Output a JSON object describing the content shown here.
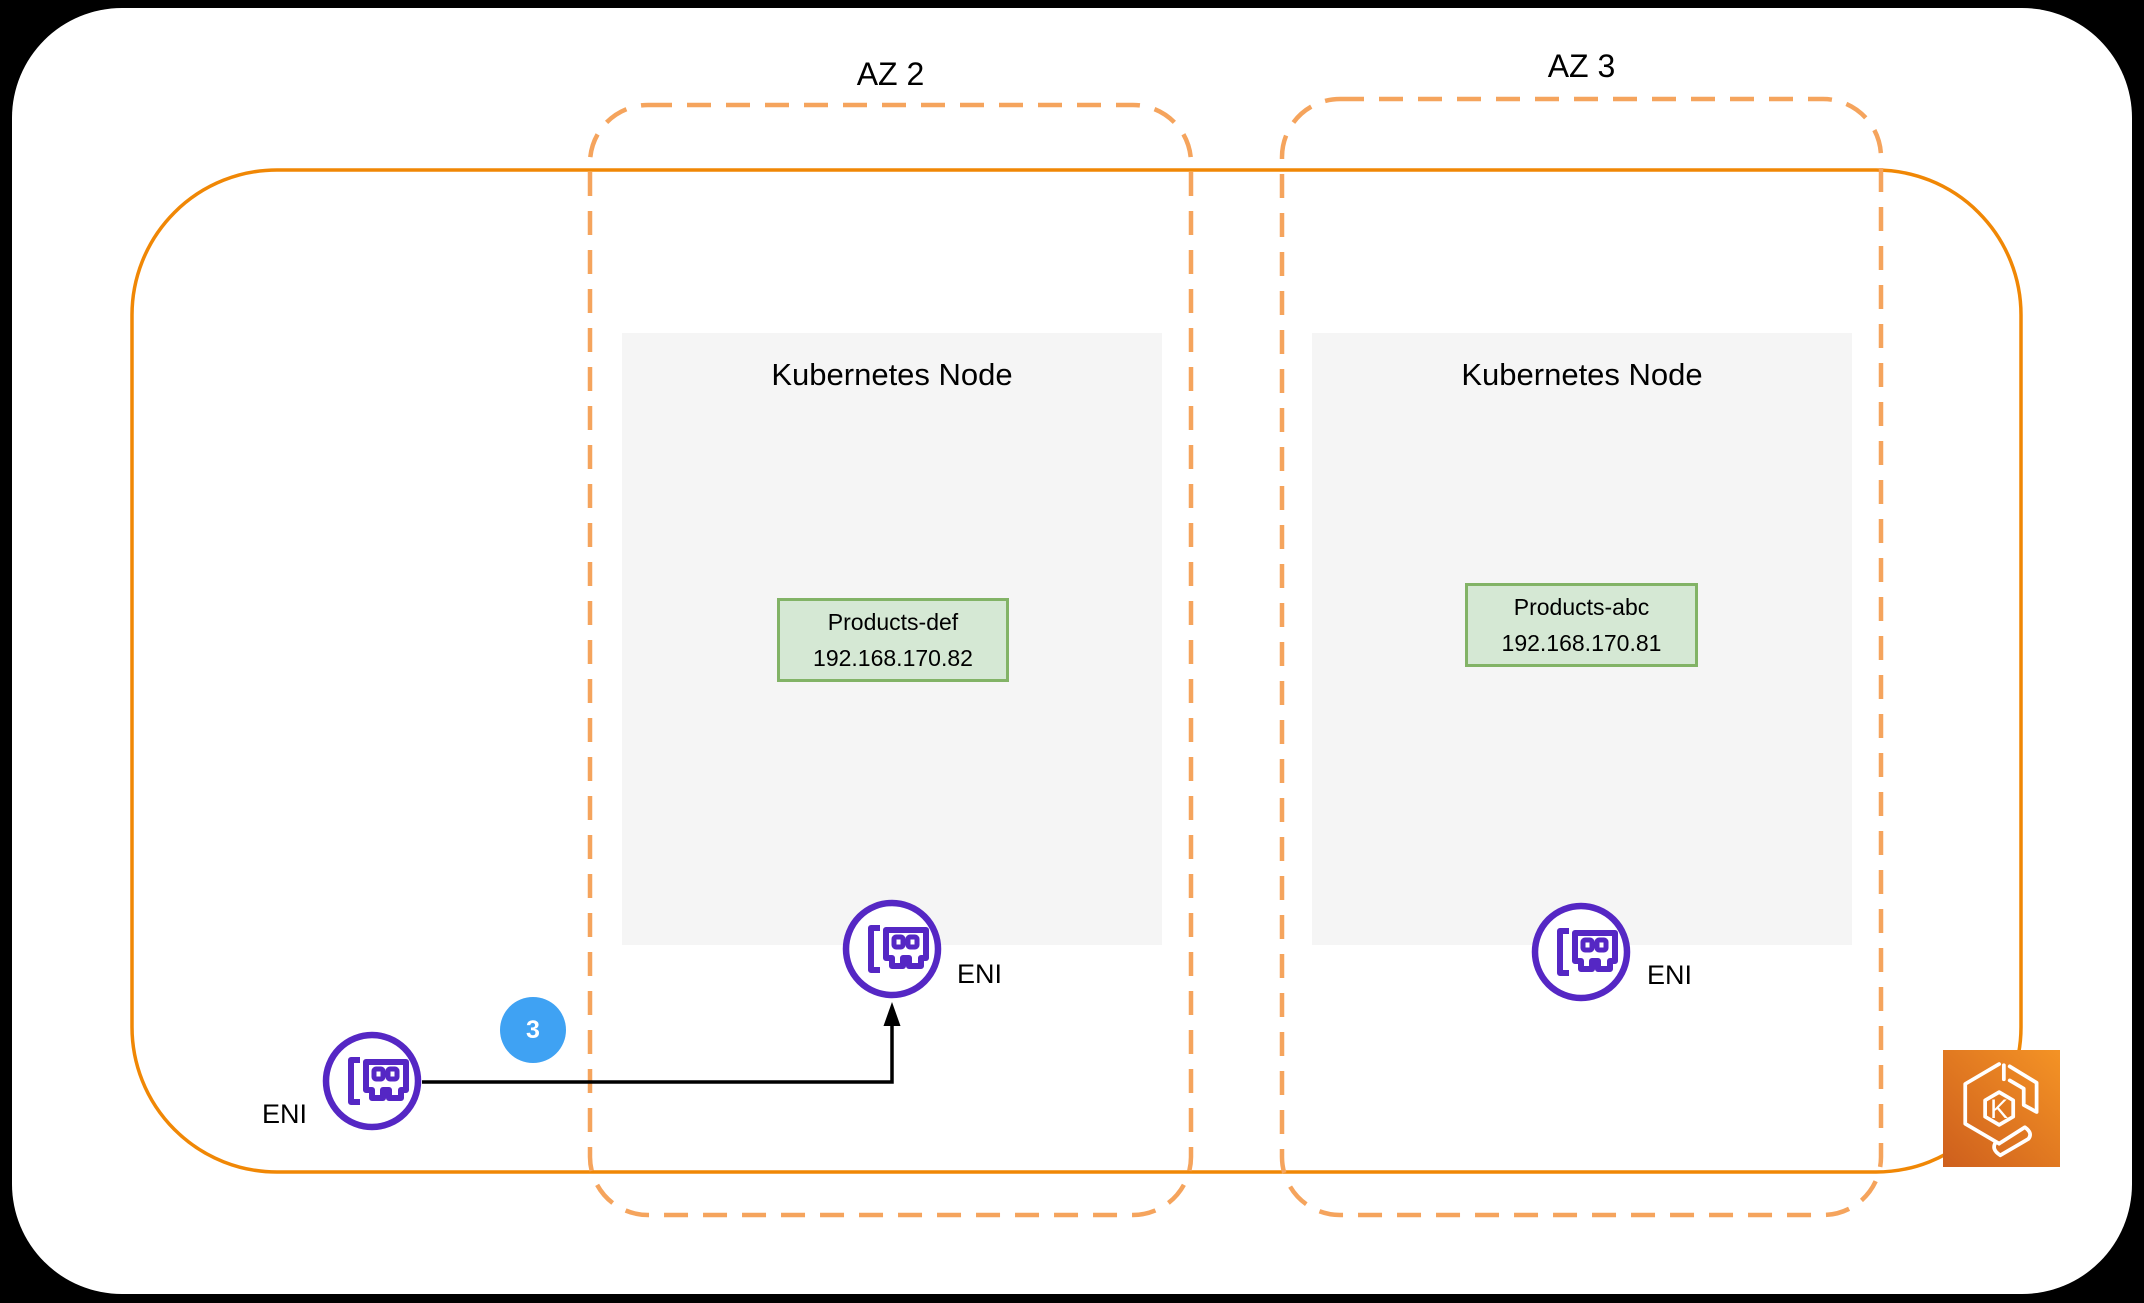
{
  "az2": {
    "label": "AZ 2",
    "node": {
      "title": "Kubernetes Node",
      "pod": {
        "name": "Products-def",
        "ip": "192.168.170.82"
      },
      "eni_label": "ENI"
    }
  },
  "az3": {
    "label": "AZ 3",
    "node": {
      "title": "Kubernetes Node",
      "pod": {
        "name": "Products-abc",
        "ip": "192.168.170.81"
      },
      "eni_label": "ENI"
    }
  },
  "external": {
    "eni_label": "ENI"
  },
  "badge": {
    "value": "3"
  },
  "eks": {
    "letter": "K"
  },
  "icons": {
    "eni": "network-interface-card-icon",
    "eks": "eks-hexagon-k-icon",
    "badge": "numbered-step-badge"
  },
  "colors": {
    "background": "#000000",
    "sheet": "#FFFFFF",
    "vpc_border": "#F08705",
    "az_border": "#F5A45D",
    "node_fill": "#F5F5F5",
    "pod_fill": "#D5E8D4",
    "pod_border": "#82B366",
    "eni_purple": "#5527C4",
    "badge_blue": "#3FA2F3",
    "arrow": "#000000",
    "eks_gradient_start": "#CE5F1D",
    "eks_gradient_end": "#F49325"
  }
}
